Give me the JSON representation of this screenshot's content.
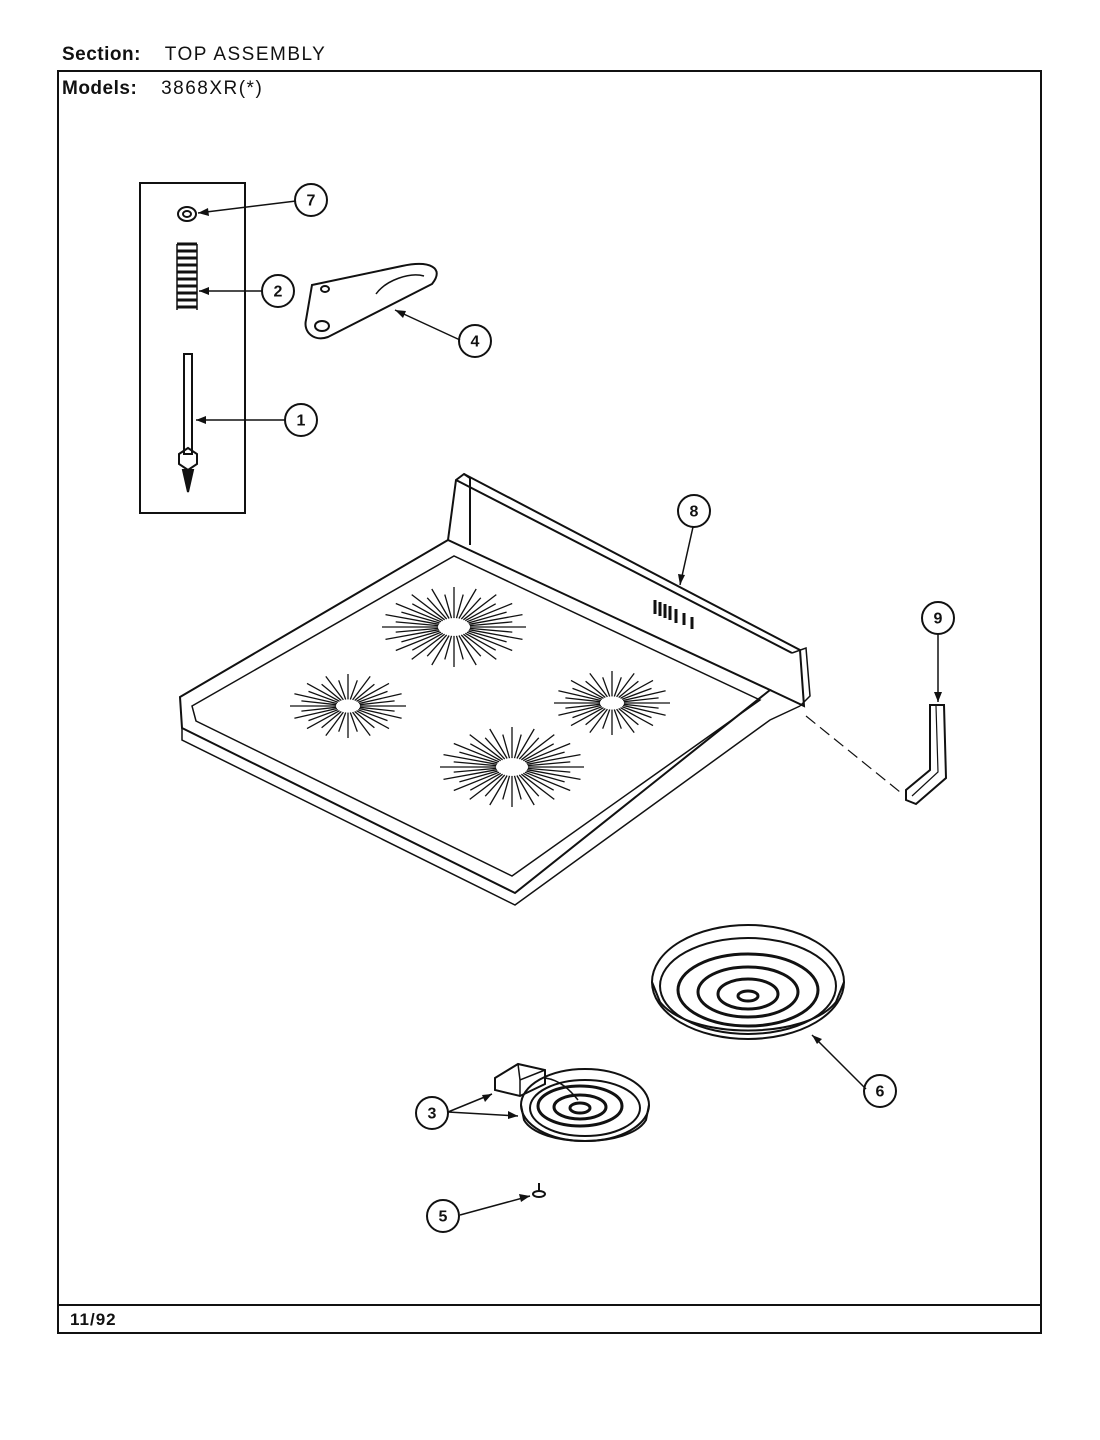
{
  "header": {
    "section_label": "Section:",
    "section_value": "TOP ASSEMBLY",
    "models_label": "Models:",
    "models_value": "3868XR(*)"
  },
  "footer": {
    "date": "11/92"
  },
  "callouts": [
    "7",
    "2",
    "4",
    "1",
    "8",
    "9",
    "6",
    "3",
    "5"
  ]
}
